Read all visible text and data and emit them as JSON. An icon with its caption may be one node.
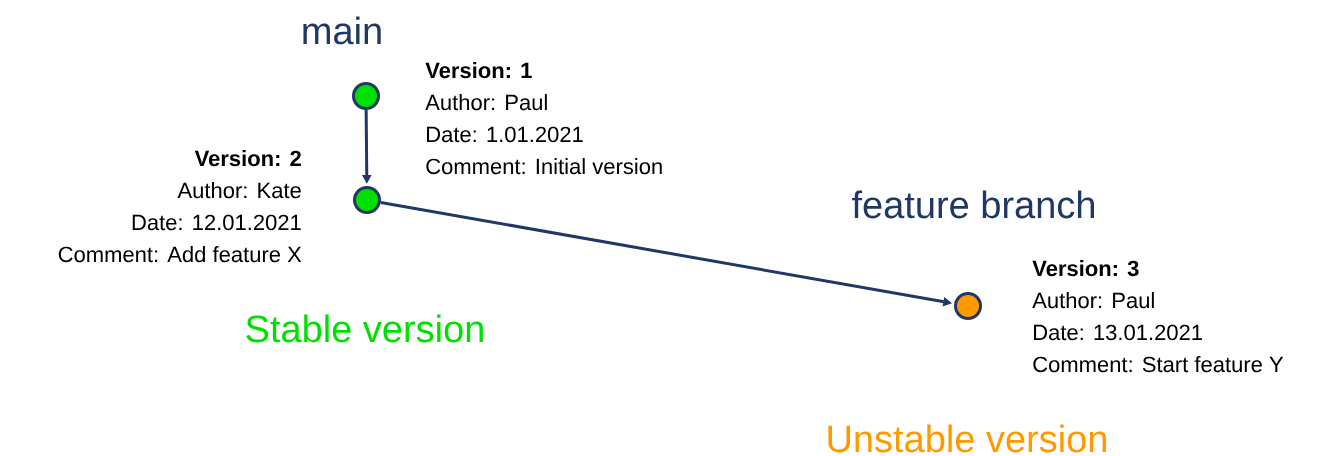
{
  "diagram": {
    "nodes": [
      {
        "text": [],
        "shape": "circle",
        "beside": [
          "Version: 1",
          "Author: Paul",
          "Date: 1.01.2021",
          "Comment: Initial version"
        ]
      },
      {
        "text": [],
        "shape": "circle",
        "beside": [
          "Version: 2",
          "Author: Kate",
          "Date: 12.01.2021",
          "Comment: Add feature X"
        ]
      },
      {
        "text": [],
        "shape": "circle",
        "beside": [
          "Version: 3",
          "Author: Paul",
          "Date: 13.01.2021",
          "Comment: Start feature Y"
        ]
      }
    ],
    "edges": [
      {
        "from": 0,
        "to": 1,
        "arrow": "to"
      },
      {
        "from": 1,
        "to": 2,
        "arrow": "to"
      }
    ],
    "labels": [
      "main",
      "feature branch",
      "Stable version",
      "Unstable version"
    ]
  }
}
